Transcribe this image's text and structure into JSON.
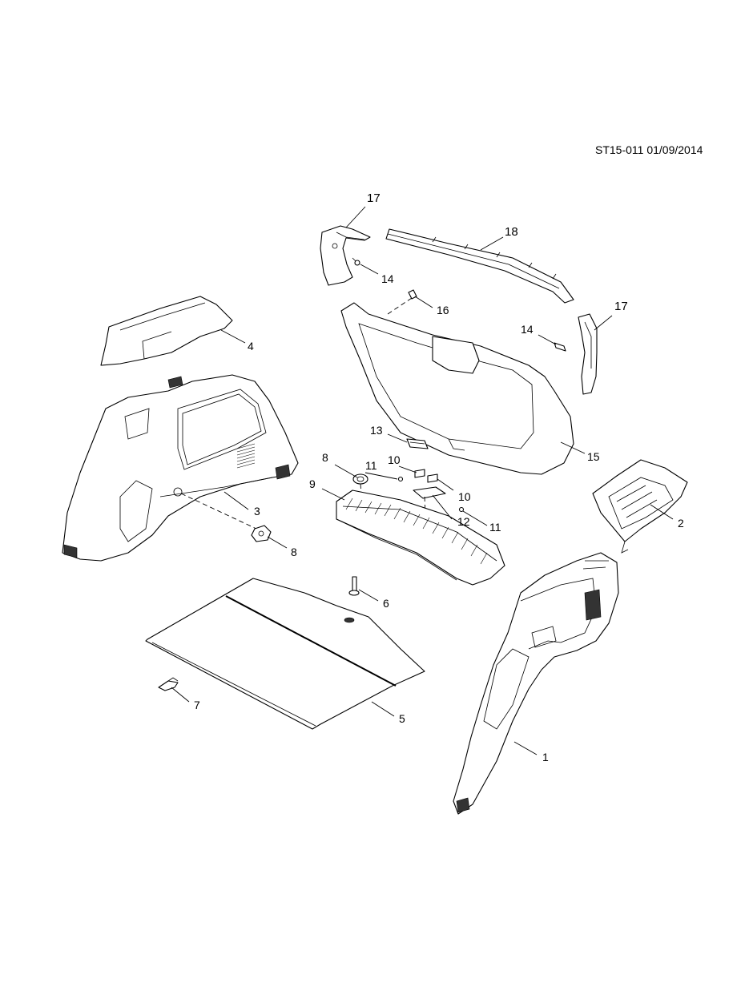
{
  "header": {
    "reference": "ST15-011 01/09/2014"
  },
  "callouts": [
    {
      "id": "c17a",
      "label": "17"
    },
    {
      "id": "c18",
      "label": "18"
    },
    {
      "id": "c14a",
      "label": "14"
    },
    {
      "id": "c16",
      "label": "16"
    },
    {
      "id": "c17b",
      "label": "17"
    },
    {
      "id": "c14b",
      "label": "14"
    },
    {
      "id": "c4",
      "label": "4"
    },
    {
      "id": "c15",
      "label": "15"
    },
    {
      "id": "c13",
      "label": "13"
    },
    {
      "id": "c8a",
      "label": "8"
    },
    {
      "id": "c11a",
      "label": "11"
    },
    {
      "id": "c10a",
      "label": "10"
    },
    {
      "id": "c9",
      "label": "9"
    },
    {
      "id": "c10b",
      "label": "10"
    },
    {
      "id": "c12",
      "label": "12"
    },
    {
      "id": "c11b",
      "label": "11"
    },
    {
      "id": "c2",
      "label": "2"
    },
    {
      "id": "c3",
      "label": "3"
    },
    {
      "id": "c8b",
      "label": "8"
    },
    {
      "id": "c6",
      "label": "6"
    },
    {
      "id": "c7",
      "label": "7"
    },
    {
      "id": "c5",
      "label": "5"
    },
    {
      "id": "c1",
      "label": "1"
    }
  ]
}
